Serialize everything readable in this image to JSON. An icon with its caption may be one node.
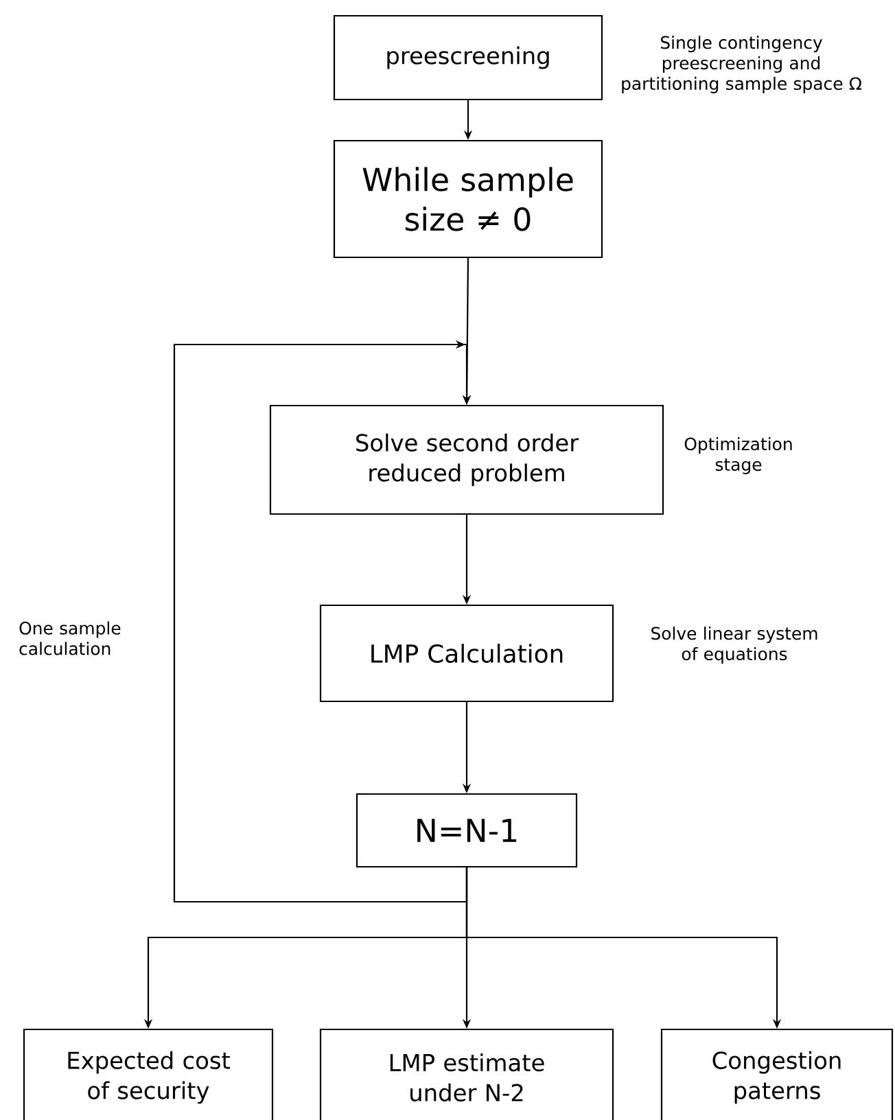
{
  "diagram": {
    "nodes": [
      {
        "text": [
          "preescreening"
        ],
        "beside": [
          "Single contingency preescreening and partitioning sample space Ω"
        ]
      },
      {
        "text": [
          "While sample size ≠ 0"
        ]
      },
      {
        "text": [
          "Solve second order reduced problem"
        ],
        "beside": [
          "Optimization stage"
        ]
      },
      {
        "text": [
          "LMP Calculation"
        ],
        "beside": [
          "Solve linear system of equations"
        ]
      },
      {
        "text": [
          "N=N-1"
        ]
      },
      {
        "text": [
          "Expected cost of security"
        ]
      },
      {
        "text": [
          "LMP estimate under N-2"
        ]
      },
      {
        "text": [
          "Congestion paterns"
        ]
      }
    ],
    "edges": [
      {
        "from": 0,
        "to": 1,
        "arrow": "to"
      },
      {
        "from": 1,
        "to": 2,
        "arrow": "to"
      },
      {
        "from": 2,
        "to": 3,
        "arrow": "to"
      },
      {
        "from": 3,
        "to": 4,
        "arrow": "to"
      },
      {
        "from": 4,
        "to": 2,
        "arrow": "to",
        "label": "One sample calculation"
      },
      {
        "from": 4,
        "to": 5,
        "arrow": "to"
      },
      {
        "from": 4,
        "to": 6,
        "arrow": "to"
      },
      {
        "from": 4,
        "to": 7,
        "arrow": "to"
      }
    ]
  }
}
